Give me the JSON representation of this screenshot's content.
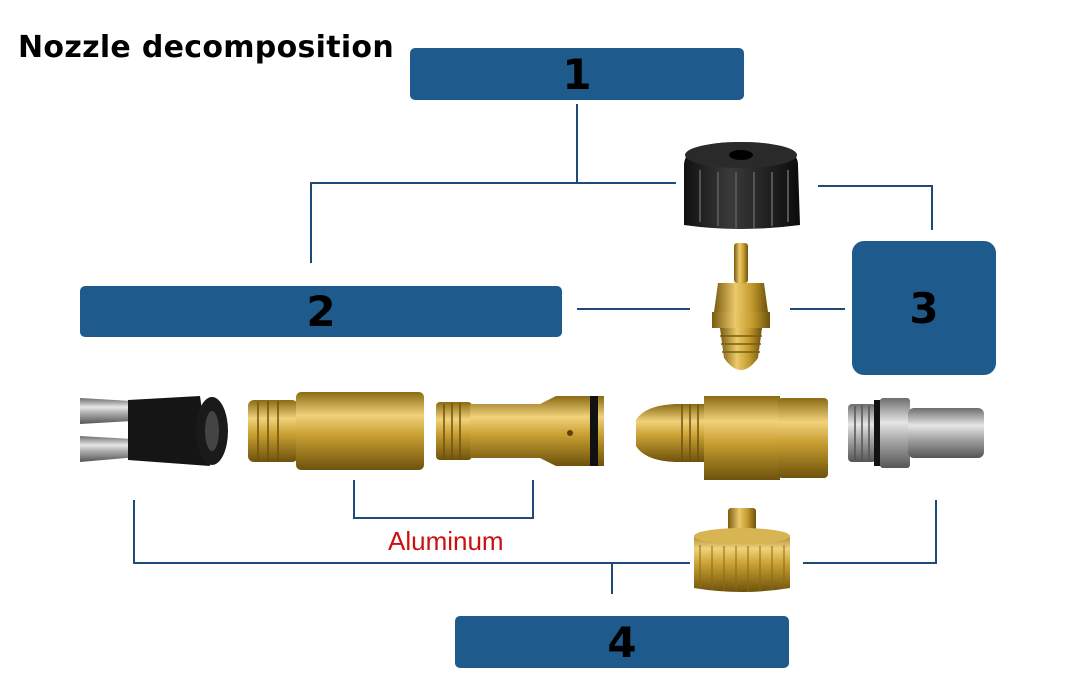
{
  "title": "Nozzle decomposition",
  "labels": {
    "box1": "1",
    "box2": "2",
    "box3": "3",
    "box4": "4"
  },
  "note": "Aluminum",
  "colors": {
    "box": "#1e5b8c",
    "line": "#1e4a78",
    "brass": "#c9a033",
    "note": "#cc1010"
  },
  "parts": [
    "black-cap-icon",
    "brass-nozzle-icon",
    "foam-lance-icon",
    "brass-cylinder-icon",
    "aluminum-tube-icon",
    "brass-body-icon",
    "quick-connector-icon",
    "brass-adapter-icon"
  ]
}
